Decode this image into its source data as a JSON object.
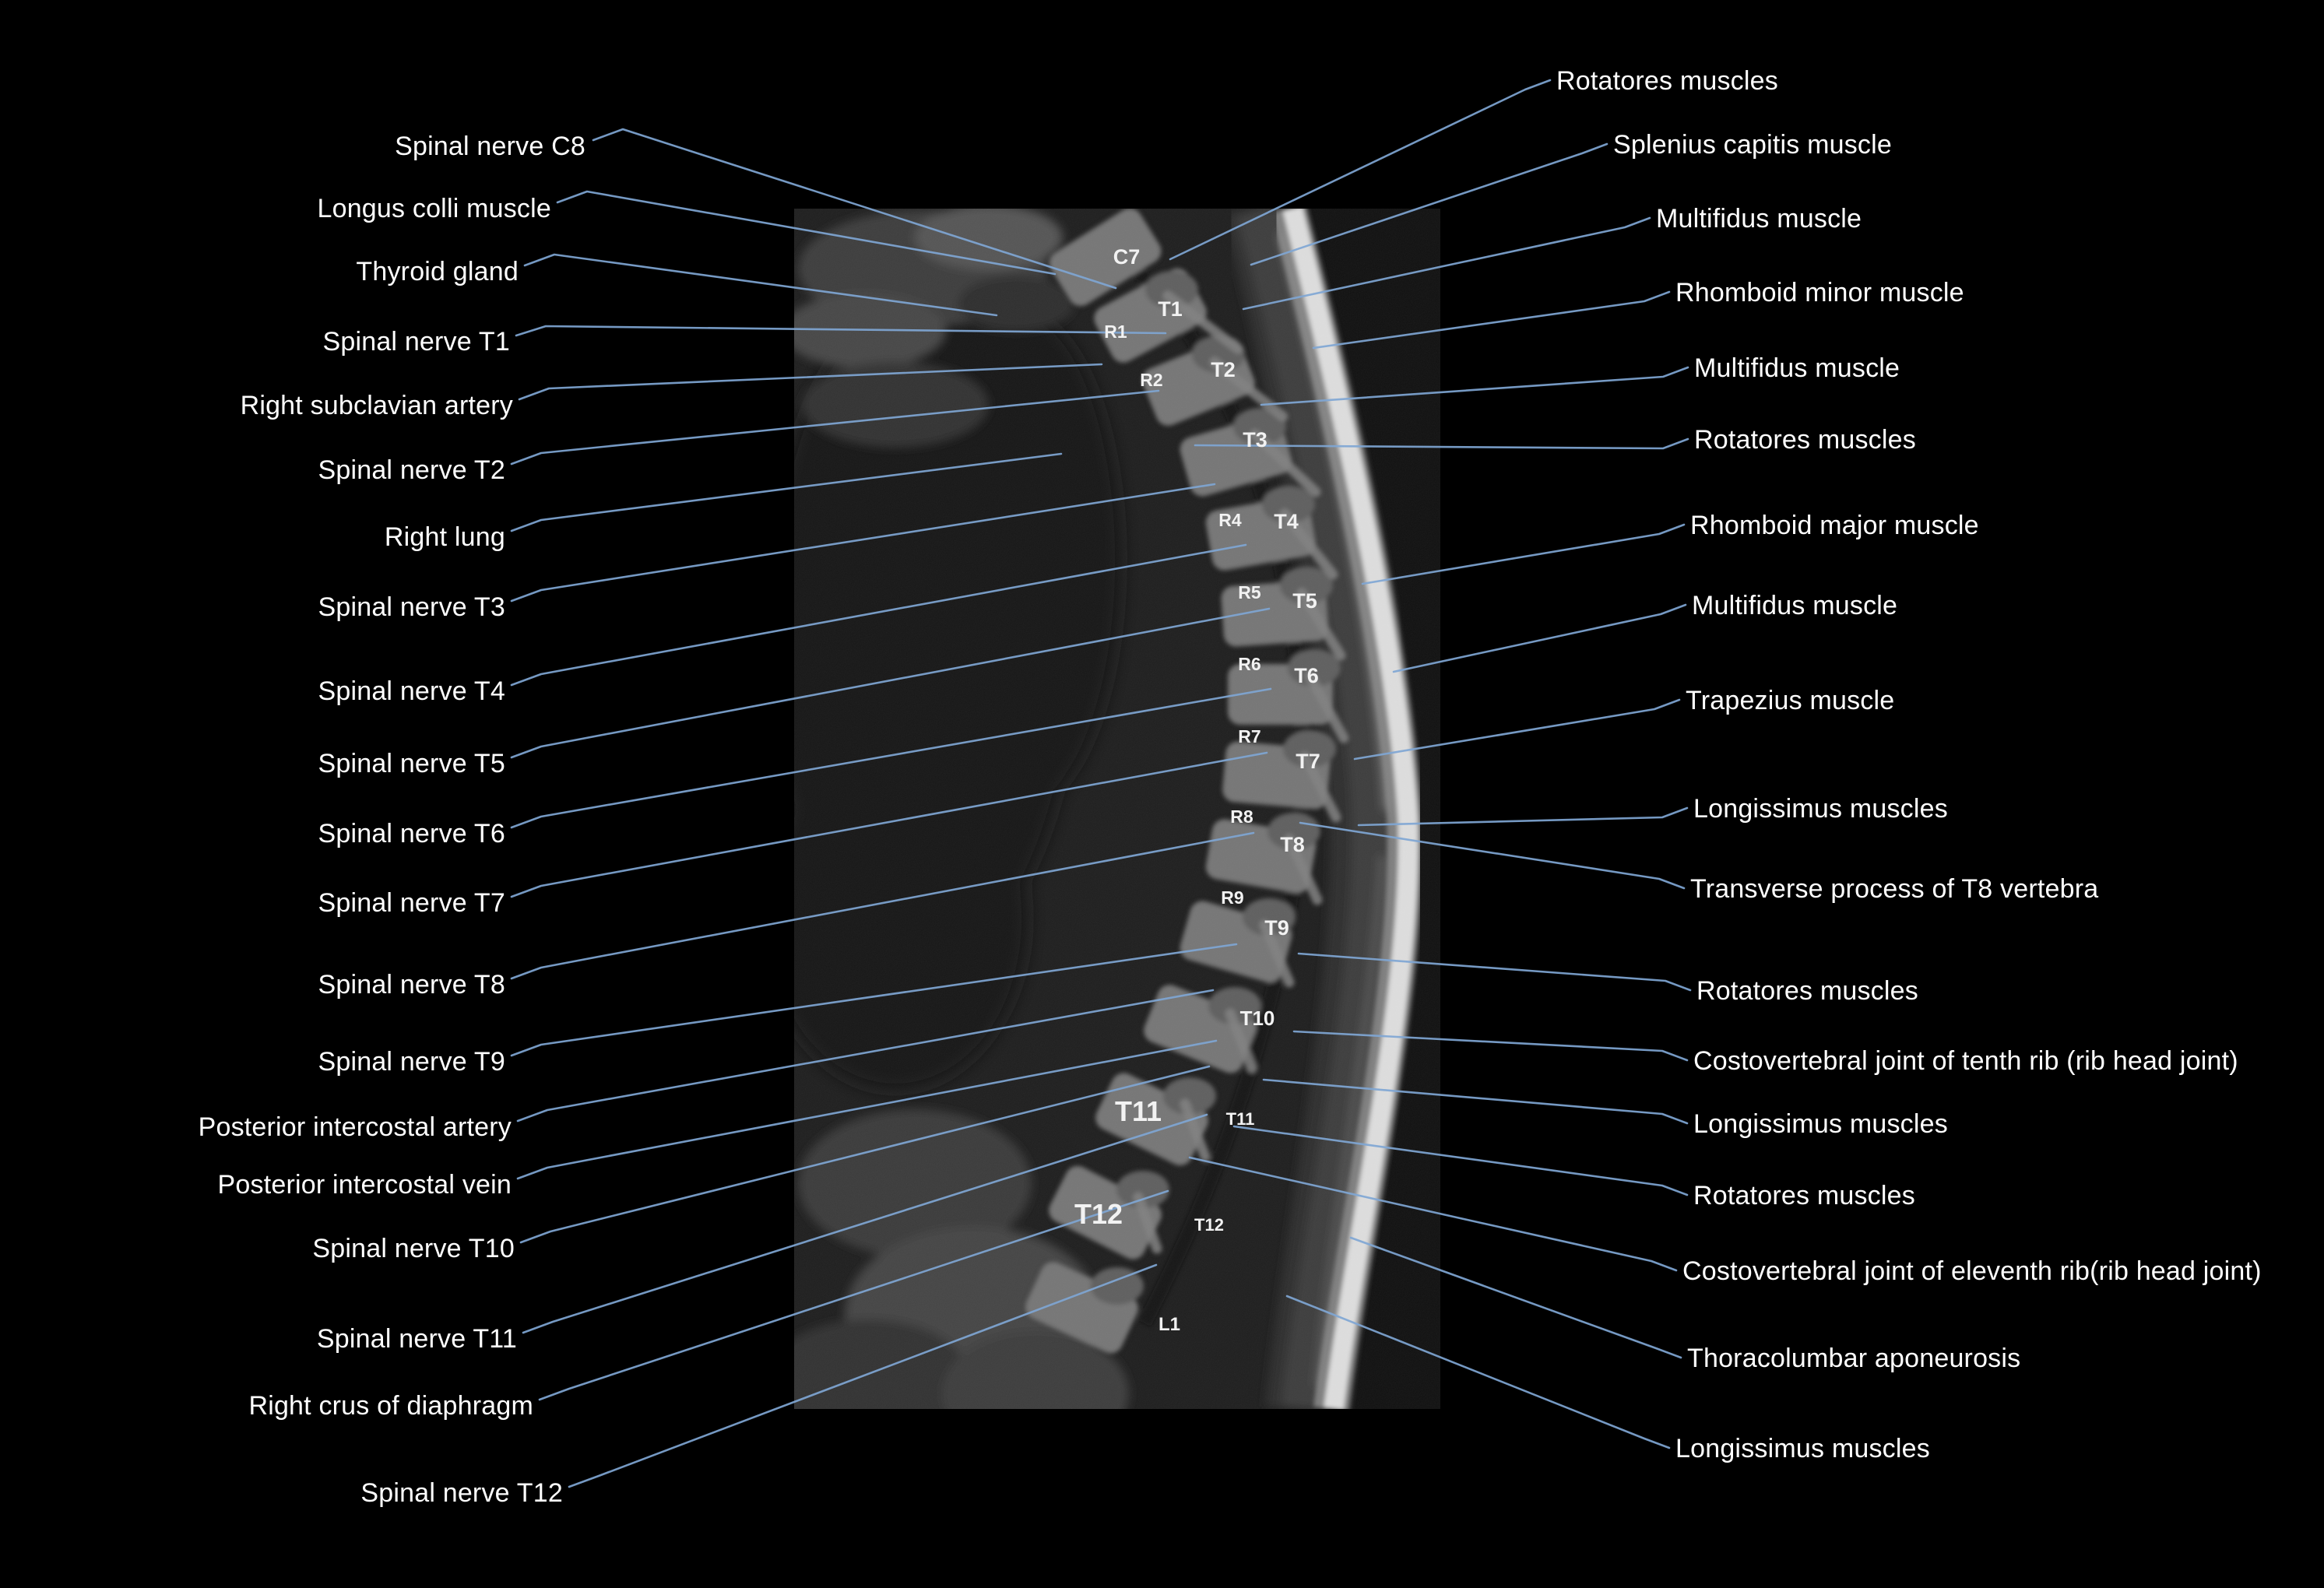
{
  "figure": {
    "description": "Sagittal MRI of the thoracic spine with anatomical annotations",
    "colors": {
      "background": "#000000",
      "leader_line": "#7fa6d4",
      "label_text": "#ffffff",
      "mri_marker_text": "#f2f2f2"
    }
  },
  "left_labels": [
    {
      "text": "Spinal nerve C8"
    },
    {
      "text": "Longus colli muscle"
    },
    {
      "text": "Thyroid gland"
    },
    {
      "text": "Spinal nerve T1"
    },
    {
      "text": "Right subclavian artery"
    },
    {
      "text": "Spinal nerve T2"
    },
    {
      "text": "Right lung"
    },
    {
      "text": "Spinal nerve T3"
    },
    {
      "text": "Spinal nerve T4"
    },
    {
      "text": "Spinal nerve T5"
    },
    {
      "text": "Spinal nerve T6"
    },
    {
      "text": "Spinal nerve T7"
    },
    {
      "text": "Spinal nerve T8"
    },
    {
      "text": "Spinal nerve T9"
    },
    {
      "text": "Posterior intercostal artery"
    },
    {
      "text": "Posterior intercostal vein"
    },
    {
      "text": "Spinal nerve T10"
    },
    {
      "text": "Spinal nerve T11"
    },
    {
      "text": "Right crus of diaphragm"
    },
    {
      "text": "Spinal nerve T12"
    }
  ],
  "right_labels": [
    {
      "text": "Rotatores muscles"
    },
    {
      "text": "Splenius capitis muscle"
    },
    {
      "text": "Multifidus muscle"
    },
    {
      "text": "Rhomboid minor muscle"
    },
    {
      "text": "Multifidus muscle"
    },
    {
      "text": "Rotatores muscles"
    },
    {
      "text": "Rhomboid major muscle"
    },
    {
      "text": "Multifidus muscle"
    },
    {
      "text": "Trapezius muscle"
    },
    {
      "text": "Longissimus muscles"
    },
    {
      "text": "Transverse process of T8 vertebra"
    },
    {
      "text": "Rotatores muscles"
    },
    {
      "text": "Costovertebral joint of tenth rib (rib head joint)"
    },
    {
      "text": "Longissimus muscles"
    },
    {
      "text": "Rotatores muscles"
    },
    {
      "text": "Costovertebral joint of eleventh rib(rib head joint)"
    },
    {
      "text": "Thoracolumbar aponeurosis"
    },
    {
      "text": "Longissimus muscles"
    }
  ],
  "mri_markers": [
    {
      "text": "C7"
    },
    {
      "text": "T1"
    },
    {
      "text": "R1"
    },
    {
      "text": "T2"
    },
    {
      "text": "R2"
    },
    {
      "text": "T3"
    },
    {
      "text": "R4"
    },
    {
      "text": "T4"
    },
    {
      "text": "R5"
    },
    {
      "text": "T5"
    },
    {
      "text": "R6"
    },
    {
      "text": "T6"
    },
    {
      "text": "R7"
    },
    {
      "text": "T7"
    },
    {
      "text": "R8"
    },
    {
      "text": "T8"
    },
    {
      "text": "R9"
    },
    {
      "text": "T9"
    },
    {
      "text": "T10"
    },
    {
      "text": "T11"
    },
    {
      "text": "T11"
    },
    {
      "text": "T12"
    },
    {
      "text": "T12"
    },
    {
      "text": "L1"
    }
  ]
}
